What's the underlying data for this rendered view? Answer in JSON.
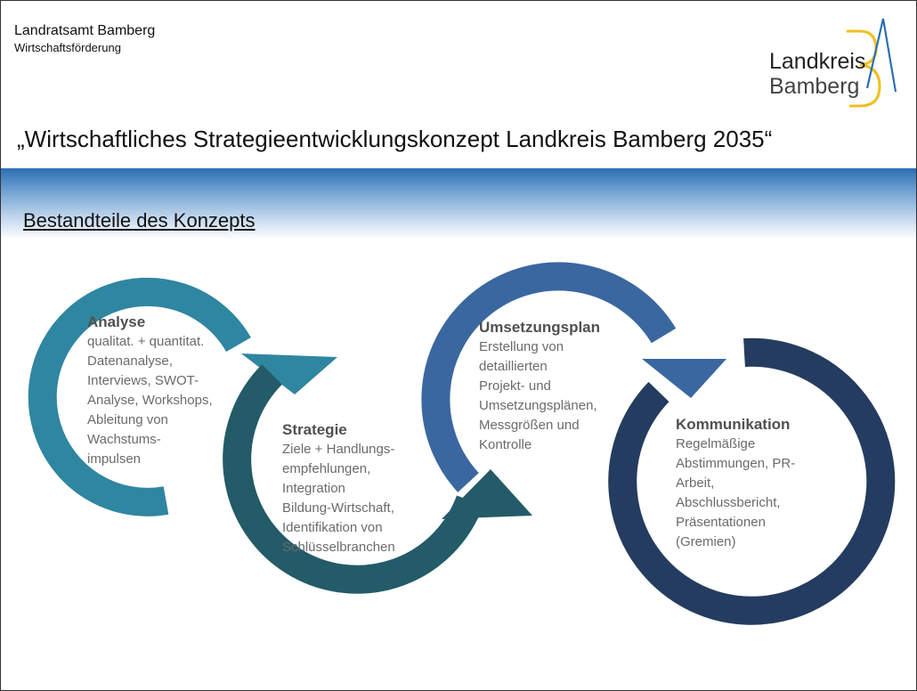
{
  "header": {
    "organization": "Landratsamt Bamberg",
    "department": "Wirtschaftsförderung",
    "logo_text": [
      "Landkreis",
      "Bamberg"
    ]
  },
  "title": "„Wirtschaftliches Strategieentwicklungskonzept Landkreis Bamberg 2035“",
  "subtitle": "Bestandteile des Konzepts",
  "colors": {
    "analyse": "#2f86a0",
    "strategie": "#235b68",
    "umsetzung": "#3a67a0",
    "kommunikation": "#243c5f",
    "logo_yellow": "#f0c020",
    "logo_blue": "#2a6fb0"
  },
  "phases": [
    {
      "heading": "Analyse",
      "lines": [
        "qualitat. + quantitat.",
        "Datenanalyse,",
        "Interviews, SWOT-",
        "Analyse, Workshops,",
        "Ableitung von",
        "Wachstums-",
        "impulsen"
      ]
    },
    {
      "heading": "Strategie",
      "lines": [
        "Ziele + Handlungs-",
        "empfehlungen,",
        "Integration",
        "Bildung-Wirtschaft,",
        "Identifikation von",
        "Schlüsselbranchen"
      ]
    },
    {
      "heading": "Umsetzungsplan",
      "lines": [
        "Erstellung von",
        "detaillierten",
        "Projekt- und",
        "Umsetzungsplänen,",
        "Messgrößen und",
        "Kontrolle"
      ]
    },
    {
      "heading": "Kommunikation",
      "lines": [
        "Regelmäßige",
        "Abstimmungen, PR-",
        "Arbeit,",
        "Abschlussbericht,",
        "Präsentationen",
        "(Gremien)"
      ]
    }
  ]
}
